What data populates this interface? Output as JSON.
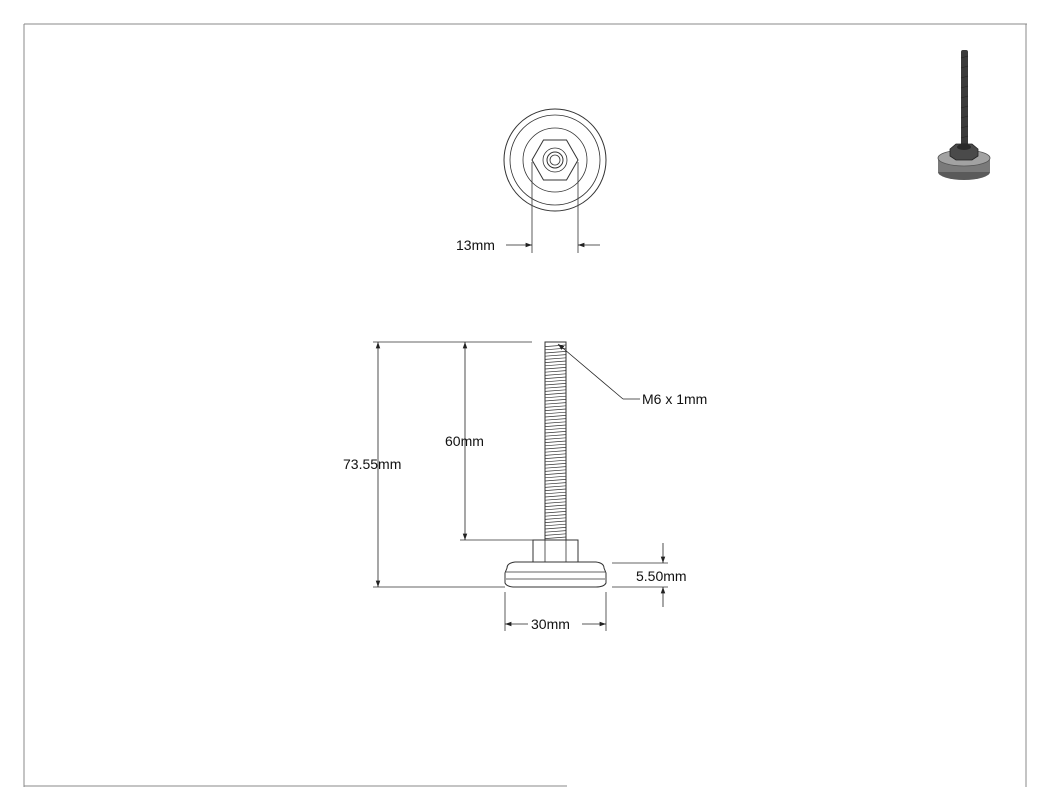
{
  "drawing": {
    "top_view": {
      "hex_width_label": "13mm"
    },
    "front_view": {
      "thread_label": "M6 x 1mm",
      "thread_length_label": "60mm",
      "overall_height_label": "73.55mm",
      "base_thickness_label": "5.50mm",
      "base_diameter_label": "30mm"
    }
  },
  "colors": {
    "line": "#333333",
    "frame": "#888888",
    "iso_dark": "#3a3a3a",
    "iso_base": "#8a8a8a"
  },
  "icons": {
    "iso_preview": "leveling-foot-isometric-icon"
  }
}
